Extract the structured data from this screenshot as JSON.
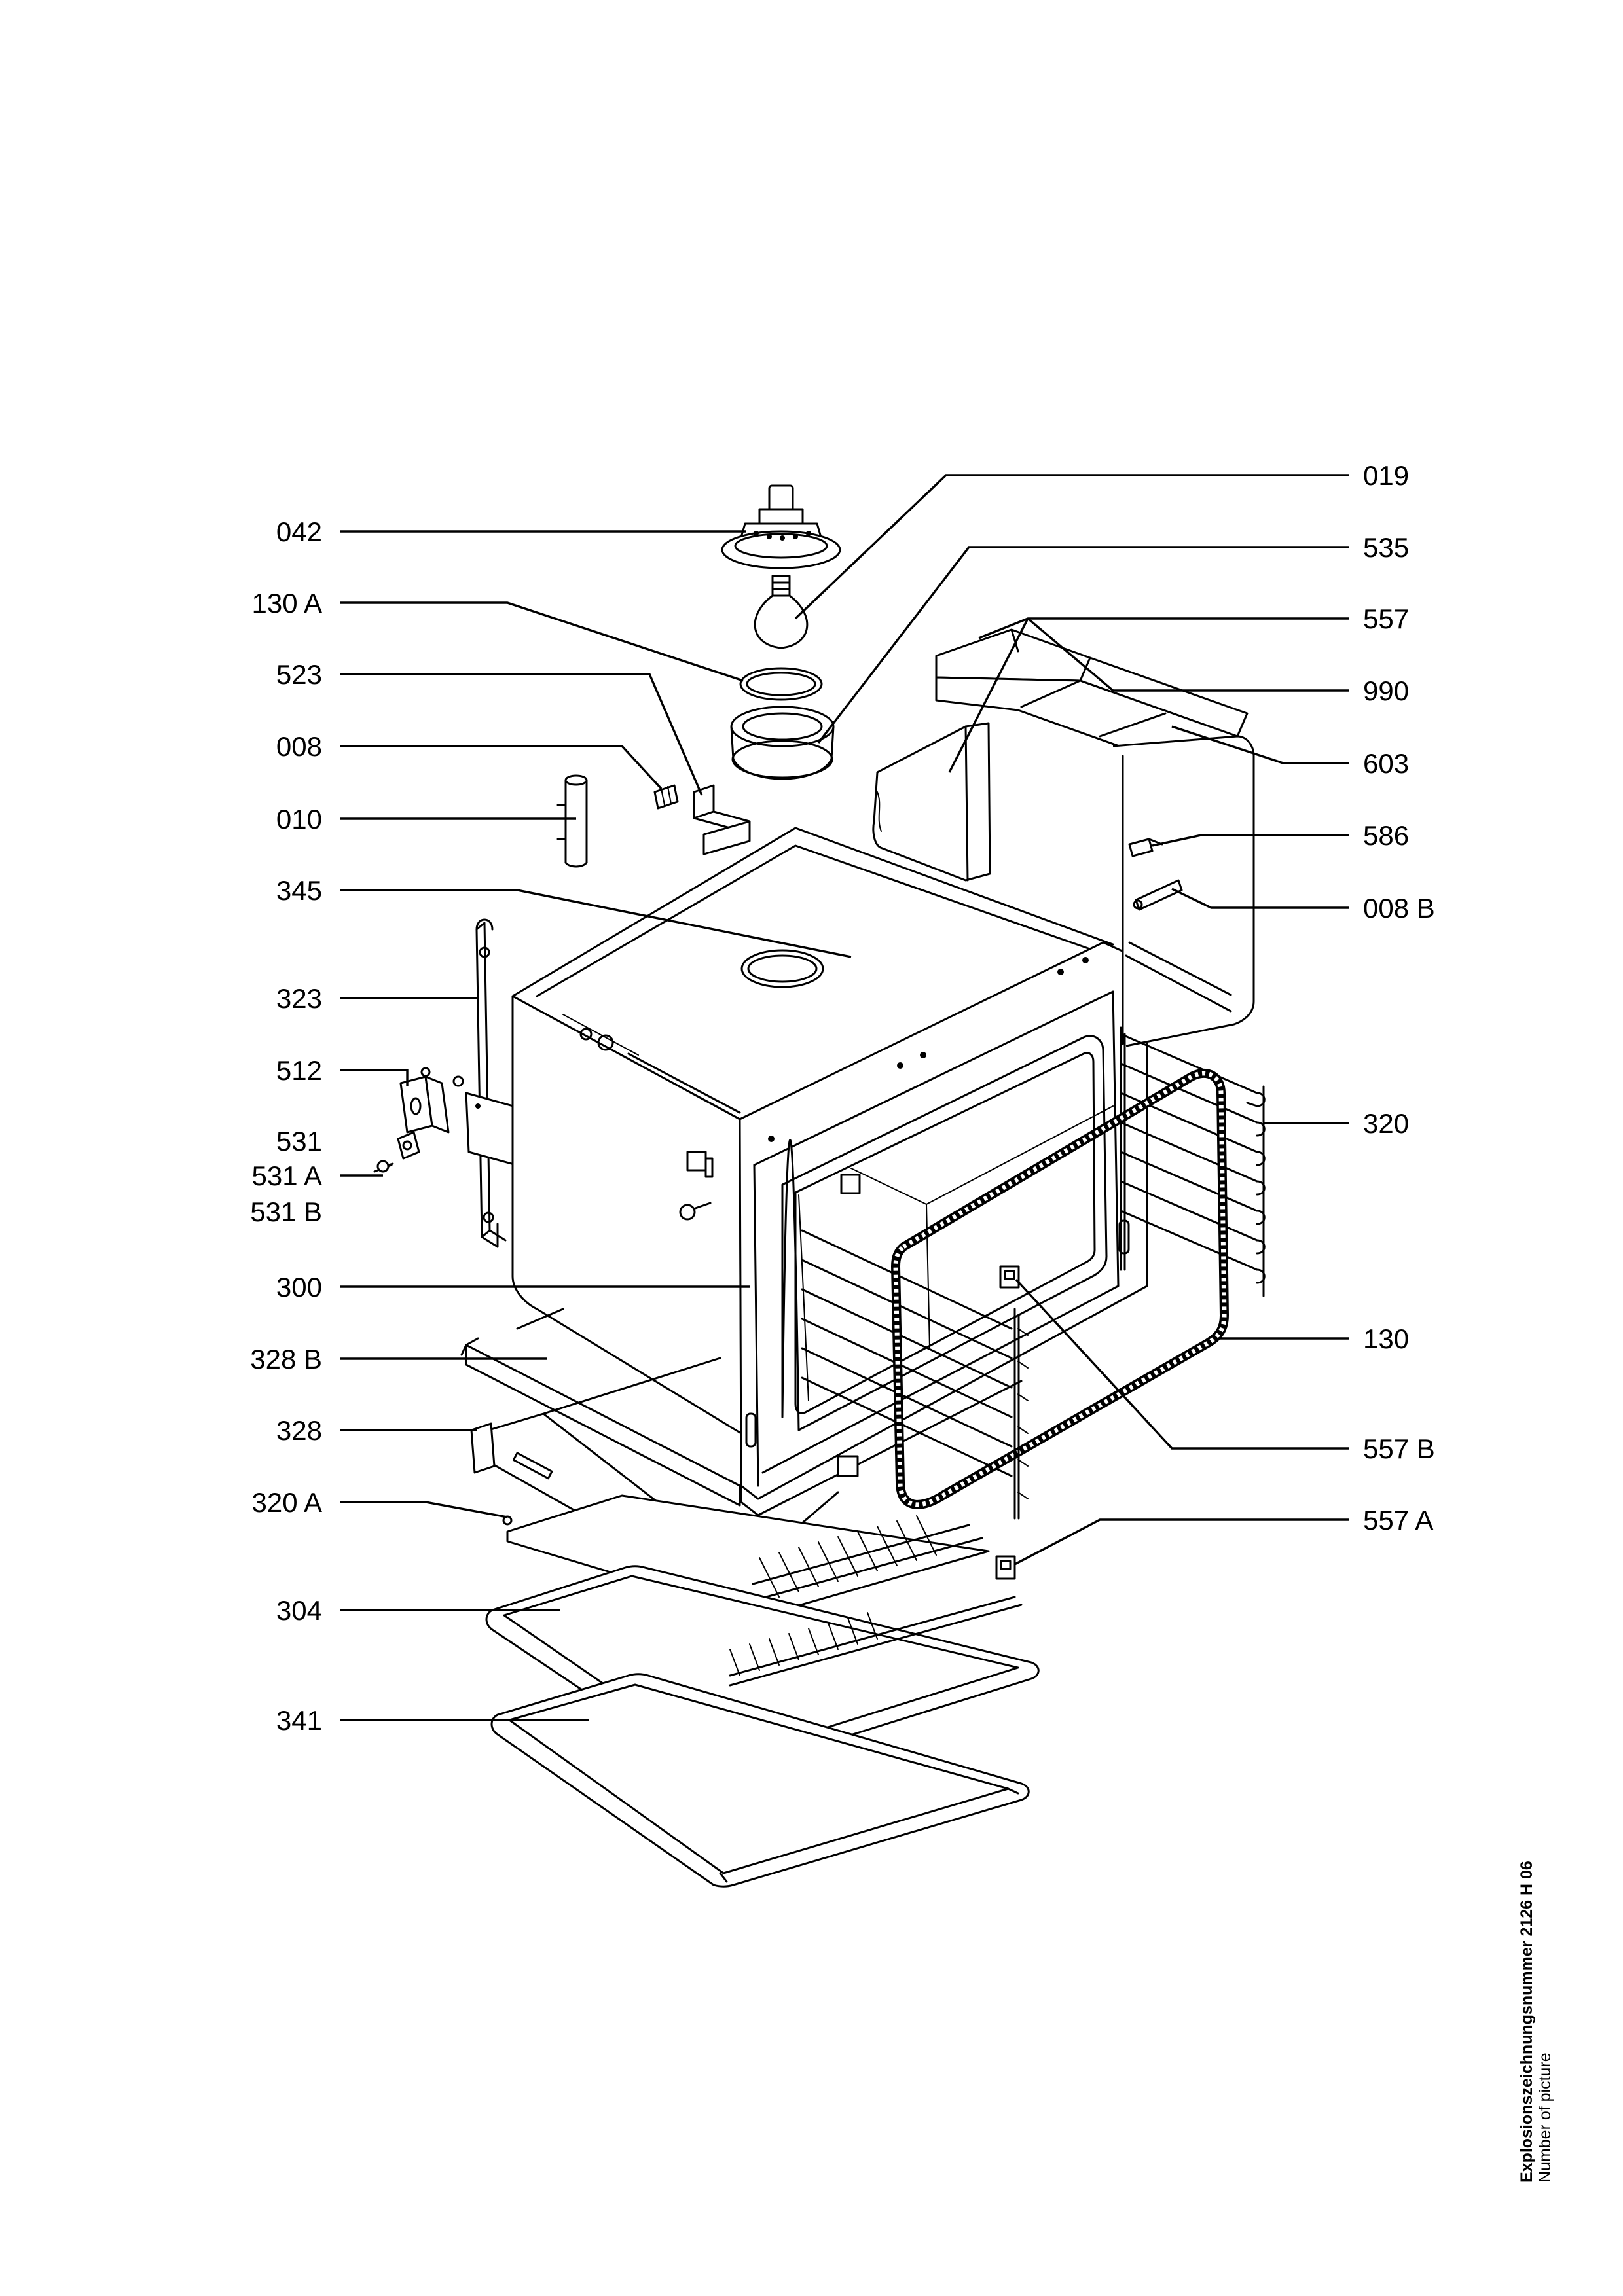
{
  "labels": {
    "left": [
      "042",
      "130 A",
      "523",
      "008",
      "010",
      "345",
      "323",
      "512",
      "531",
      "531 A",
      "531 B",
      "300",
      "328 B",
      "328",
      "320 A",
      "304",
      "341"
    ],
    "right": [
      "019",
      "535",
      "557",
      "990",
      "603",
      "586",
      "008 B",
      "320",
      "130",
      "557 B",
      "557 A"
    ]
  },
  "caption": {
    "drawing_number": "Explosionszeichnungsnummer 2126 H 06",
    "subtitle": "Number of picture"
  }
}
